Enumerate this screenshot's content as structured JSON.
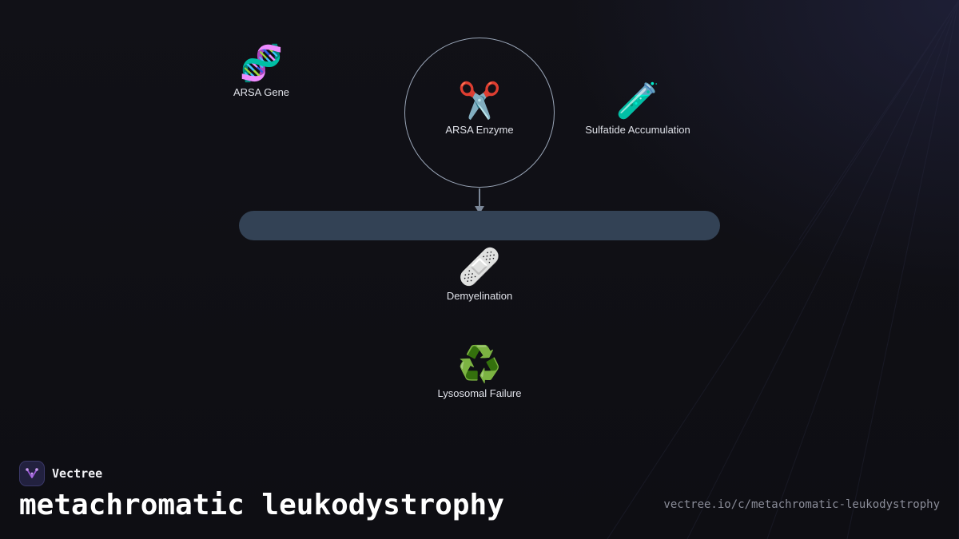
{
  "diagram": {
    "nodes": {
      "arsa_gene": {
        "icon": "🧬",
        "icon_name": "dna-icon",
        "label": "ARSA Gene"
      },
      "arsa_enzyme": {
        "icon": "✂️",
        "icon_name": "scissors-icon",
        "label": "ARSA Enzyme"
      },
      "sulfatide_accumulation": {
        "icon": "🧪",
        "icon_name": "test-tube-icon",
        "label": "Sulfatide Accumulation"
      },
      "demyelination": {
        "icon": "🩹",
        "icon_name": "bandage-icon",
        "label": "Demyelination"
      },
      "lysosomal_failure": {
        "icon": "♻️",
        "icon_name": "recycle-icon",
        "label": "Lysosomal Failure"
      }
    },
    "colors": {
      "background": "#0f0f14",
      "circle_stroke": "#9aa6b8",
      "bar_fill": "#334255",
      "connector": "#7b8798"
    }
  },
  "footer": {
    "brand_name": "Vectree",
    "title": "metachromatic leukodystrophy",
    "url": "vectree.io/c/metachromatic-leukodystrophy"
  }
}
